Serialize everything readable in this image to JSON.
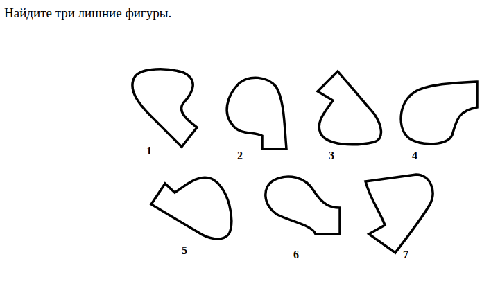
{
  "diagram": {
    "title": "Найдите три лишние фигуры.",
    "labels": [
      "1",
      "2",
      "3",
      "4",
      "5",
      "6",
      "7"
    ]
  }
}
